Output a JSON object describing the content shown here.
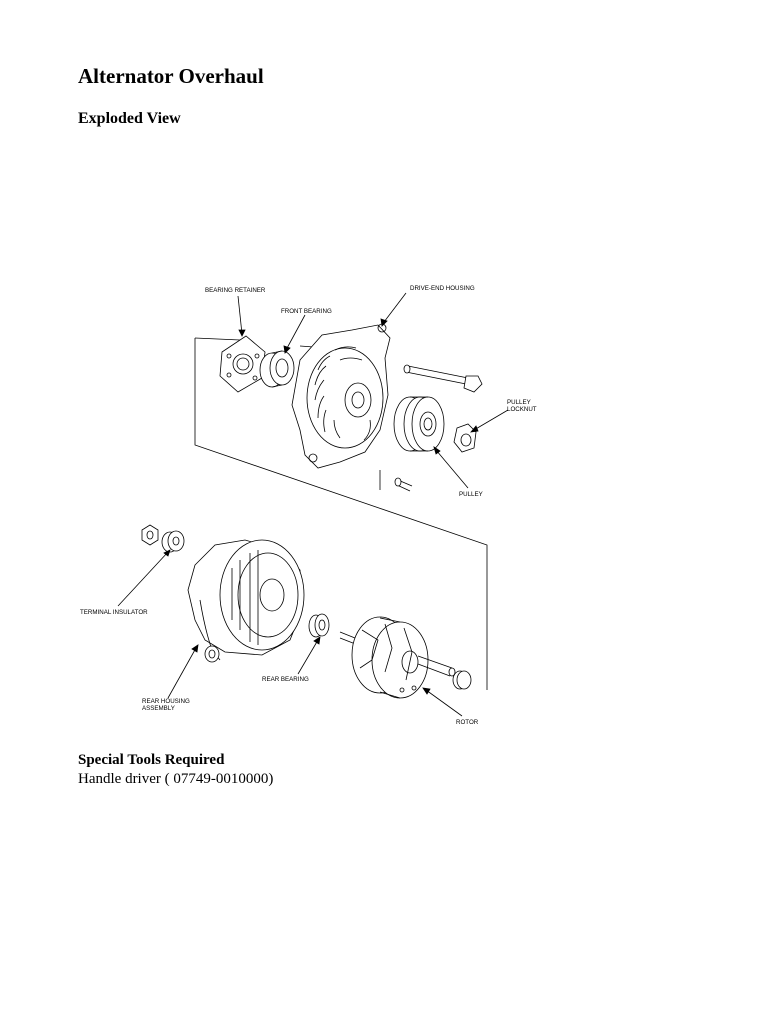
{
  "page": {
    "title": "Alternator Overhaul",
    "subtitle": "Exploded View"
  },
  "diagram": {
    "labels": {
      "bearing_retainer": "BEARING RETAINER",
      "drive_end_housing": "DRIVE-END HOUSING",
      "front_bearing": "FRONT BEARING",
      "pulley_locknut_line1": "PULLEY",
      "pulley_locknut_line2": "LOCKNUT",
      "pulley": "PULLEY",
      "terminal_insulator": "TERMINAL INSULATOR",
      "rear_bearing": "REAR BEARING",
      "rear_housing_line1": "REAR HOUSING",
      "rear_housing_line2": "ASSEMBLY",
      "rotor": "ROTOR"
    }
  },
  "special_tools": {
    "heading": "Special Tools Required",
    "item": "Handle driver (  07749-0010000)"
  }
}
